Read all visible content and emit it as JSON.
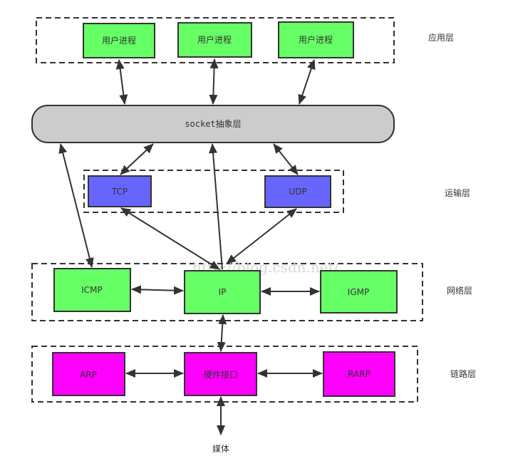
{
  "colors": {
    "app": "#66ff66",
    "transport": "#6666ff",
    "network": "#66ff66",
    "link": "#ff00ff",
    "socket": "#cccccc",
    "stroke": "#333333"
  },
  "layers": {
    "application": "应用层",
    "transport": "运输层",
    "network": "网络层",
    "link": "链路层"
  },
  "nodes": {
    "user_process_1": "用户进程",
    "user_process_2": "用户进程",
    "user_process_3": "用户进程",
    "socket": "socket抽象层",
    "tcp": "TCP",
    "udp": "UDP",
    "icmp": "ICMP",
    "ip": "IP",
    "igmp": "IGMP",
    "arp": "ARP",
    "hardware": "硬件接口",
    "rarp": "RARP",
    "media": "媒体"
  },
  "edges": [
    {
      "from": "user_process_1",
      "to": "socket",
      "bidirectional": true
    },
    {
      "from": "user_process_2",
      "to": "socket",
      "bidirectional": true
    },
    {
      "from": "user_process_3",
      "to": "socket",
      "bidirectional": true
    },
    {
      "from": "socket",
      "to": "tcp",
      "bidirectional": true
    },
    {
      "from": "socket",
      "to": "udp",
      "bidirectional": true
    },
    {
      "from": "ip",
      "to": "socket",
      "bidirectional": false
    },
    {
      "from": "socket",
      "to": "icmp",
      "bidirectional": true
    },
    {
      "from": "ip",
      "to": "tcp",
      "bidirectional": true
    },
    {
      "from": "ip",
      "to": "udp",
      "bidirectional": true
    },
    {
      "from": "icmp",
      "to": "ip",
      "bidirectional": true
    },
    {
      "from": "ip",
      "to": "igmp",
      "bidirectional": true
    },
    {
      "from": "ip",
      "to": "hardware",
      "bidirectional": true
    },
    {
      "from": "arp",
      "to": "hardware",
      "bidirectional": true
    },
    {
      "from": "hardware",
      "to": "rarp",
      "bidirectional": true
    },
    {
      "from": "hardware",
      "to": "media",
      "bidirectional": true
    }
  ],
  "watermark": "http://blog.csdn.net/"
}
